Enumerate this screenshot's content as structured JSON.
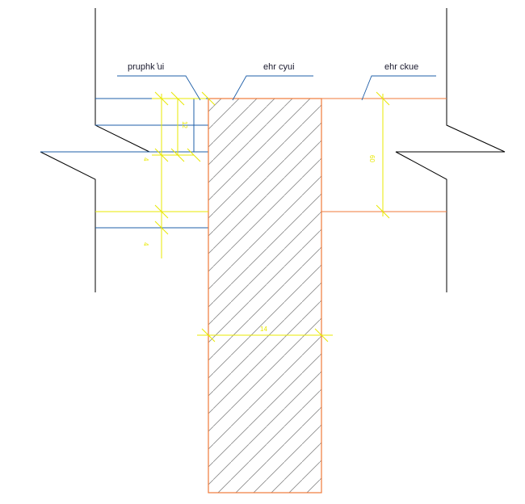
{
  "colors": {
    "background": "#ffffff",
    "outline": "#000000",
    "blue": "#1f5fa8",
    "orange": "#f07a3a",
    "dimension": "#e8e800",
    "hatch": "#8a8a8a",
    "leader": "#1f5fa8"
  },
  "labels": {
    "left_note": "pruphk ̓ui",
    "mid_note": "ehr cyui",
    "right_note": "ehr ckue"
  },
  "dimensions": {
    "right_height": "60",
    "small_top": "12",
    "left_mid": "4",
    "left_low": "4",
    "pile_width": "14"
  }
}
